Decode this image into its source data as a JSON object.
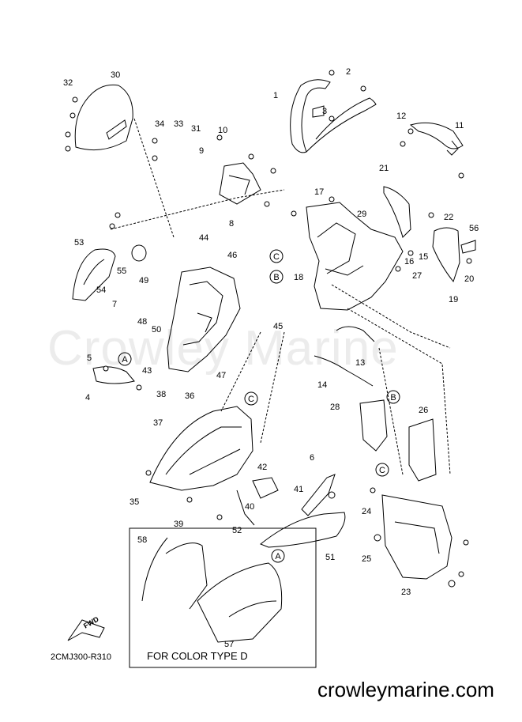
{
  "watermark": "Crowley Marine",
  "website": "crowleymarine.com",
  "diagram_code": "2CMJ300-R310",
  "inset_caption": "FOR COLOR TYPE D",
  "fwd_label": "FWD",
  "callouts": [
    {
      "id": "30",
      "label": "30"
    },
    {
      "id": "32",
      "label": "32"
    },
    {
      "id": "1",
      "label": "1"
    },
    {
      "id": "2",
      "label": "2"
    },
    {
      "id": "3",
      "label": "3"
    },
    {
      "id": "34",
      "label": "34"
    },
    {
      "id": "33",
      "label": "33"
    },
    {
      "id": "31",
      "label": "31"
    },
    {
      "id": "10",
      "label": "10"
    },
    {
      "id": "9",
      "label": "9"
    },
    {
      "id": "8",
      "label": "8"
    },
    {
      "id": "11",
      "label": "11"
    },
    {
      "id": "12",
      "label": "12"
    },
    {
      "id": "17",
      "label": "17"
    },
    {
      "id": "21",
      "label": "21"
    },
    {
      "id": "22",
      "label": "22"
    },
    {
      "id": "29",
      "label": "29"
    },
    {
      "id": "56",
      "label": "56"
    },
    {
      "id": "20",
      "label": "20"
    },
    {
      "id": "19",
      "label": "19"
    },
    {
      "id": "16",
      "label": "16"
    },
    {
      "id": "15",
      "label": "15"
    },
    {
      "id": "27",
      "label": "27"
    },
    {
      "id": "18",
      "label": "18"
    },
    {
      "id": "53",
      "label": "53"
    },
    {
      "id": "55",
      "label": "55"
    },
    {
      "id": "44",
      "label": "44"
    },
    {
      "id": "46",
      "label": "46"
    },
    {
      "id": "49",
      "label": "49"
    },
    {
      "id": "7",
      "label": "7"
    },
    {
      "id": "54",
      "label": "54"
    },
    {
      "id": "48",
      "label": "48"
    },
    {
      "id": "50",
      "label": "50"
    },
    {
      "id": "45",
      "label": "45"
    },
    {
      "id": "13",
      "label": "13"
    },
    {
      "id": "14",
      "label": "14"
    },
    {
      "id": "5",
      "label": "5"
    },
    {
      "id": "4",
      "label": "4"
    },
    {
      "id": "43",
      "label": "43"
    },
    {
      "id": "47",
      "label": "47"
    },
    {
      "id": "38",
      "label": "38"
    },
    {
      "id": "36",
      "label": "36"
    },
    {
      "id": "37",
      "label": "37"
    },
    {
      "id": "35",
      "label": "35"
    },
    {
      "id": "28",
      "label": "28"
    },
    {
      "id": "26",
      "label": "26"
    },
    {
      "id": "6",
      "label": "6"
    },
    {
      "id": "42",
      "label": "42"
    },
    {
      "id": "41",
      "label": "41"
    },
    {
      "id": "40",
      "label": "40"
    },
    {
      "id": "39",
      "label": "39"
    },
    {
      "id": "52",
      "label": "52"
    },
    {
      "id": "51",
      "label": "51"
    },
    {
      "id": "24",
      "label": "24"
    },
    {
      "id": "25",
      "label": "25"
    },
    {
      "id": "23",
      "label": "23"
    },
    {
      "id": "58",
      "label": "58"
    },
    {
      "id": "57",
      "label": "57"
    }
  ],
  "ref_markers": [
    "A",
    "B",
    "C"
  ]
}
